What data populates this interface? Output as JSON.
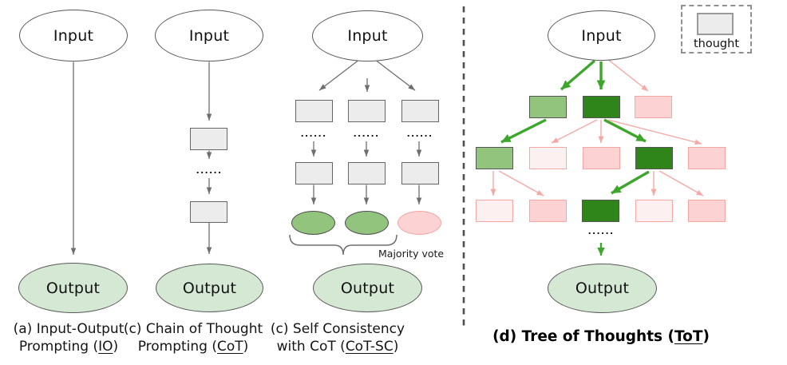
{
  "labels": {
    "input": "Input",
    "output": "Output",
    "dots": "......",
    "majority_vote": "Majority vote",
    "thought": "thought"
  },
  "captions": {
    "io": {
      "line1": "(a) Input-Output",
      "line2_pre": "Prompting (",
      "abbr": "IO",
      "line2_post": ")"
    },
    "cot": {
      "line1": "(c) Chain of Thought",
      "line2_pre": "Prompting (",
      "abbr": "CoT",
      "line2_post": ")"
    },
    "cotsc": {
      "line1": "(c) Self Consistency",
      "line2_pre": "with CoT (",
      "abbr": "CoT-SC",
      "line2_post": ")"
    },
    "tot": {
      "pre": "(d) Tree of Thoughts (",
      "abbr": "ToT",
      "post": ")"
    }
  },
  "colors": {
    "text_color": "#111111",
    "box_gray_fill": "#ececec",
    "box_gray_border": "#666666",
    "ellipse_border": "#595959",
    "output_green_fill": "#d5e8d4",
    "green_mid": "#93c47d",
    "green_dark": "#2f841a",
    "pink_fill": "#fcd2d2",
    "pink_faint": "#fdf0f0",
    "pink_border": "#f4a7a3",
    "arrow_gray": "#6e6e6e",
    "arrow_green": "#3ea62c",
    "arrow_pink": "#f5a9a4",
    "divider_gray": "#4f4f4f"
  }
}
